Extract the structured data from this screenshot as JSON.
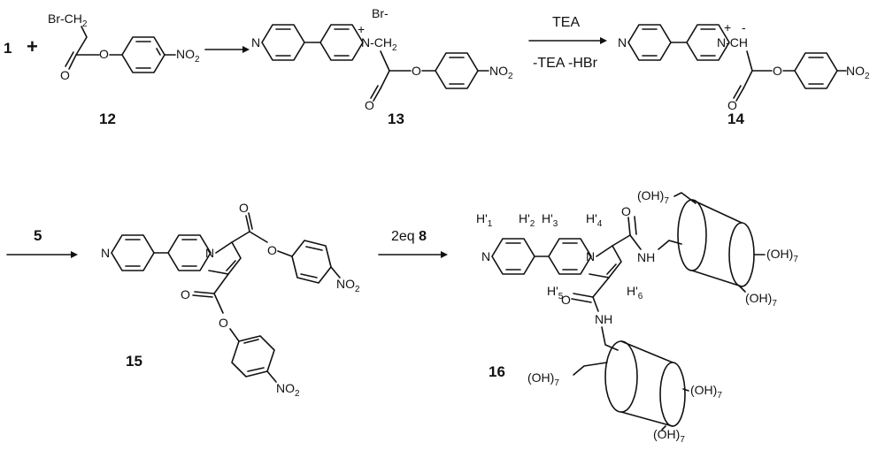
{
  "labels": {
    "reactant1": "1",
    "plus": "+",
    "c12": "12",
    "c13": "13",
    "c14": "14",
    "c15": "15",
    "c16": "16"
  },
  "conditions": {
    "step2_top": "TEA",
    "step2_bottom": "-TEA -HBr",
    "step3": "5",
    "step4_prefix": "2eq ",
    "step4_reagent": "8"
  },
  "atoms": {
    "N": "N",
    "O": "O",
    "NO2": "NO",
    "sub2": "2",
    "BrCH2": "Br-CH",
    "CH2": "CH",
    "Nplus_CH2": "N-CH",
    "Nplus_CH": "N-CH",
    "Brminus": "Br-",
    "plus": "+",
    "minus": "-",
    "NH": "NH",
    "OH7": "(OH)",
    "sub7": "7",
    "H": "H'",
    "h1": "1",
    "h2": "2",
    "h3": "3",
    "h4": "4",
    "h5": "5",
    "h6": "6"
  }
}
